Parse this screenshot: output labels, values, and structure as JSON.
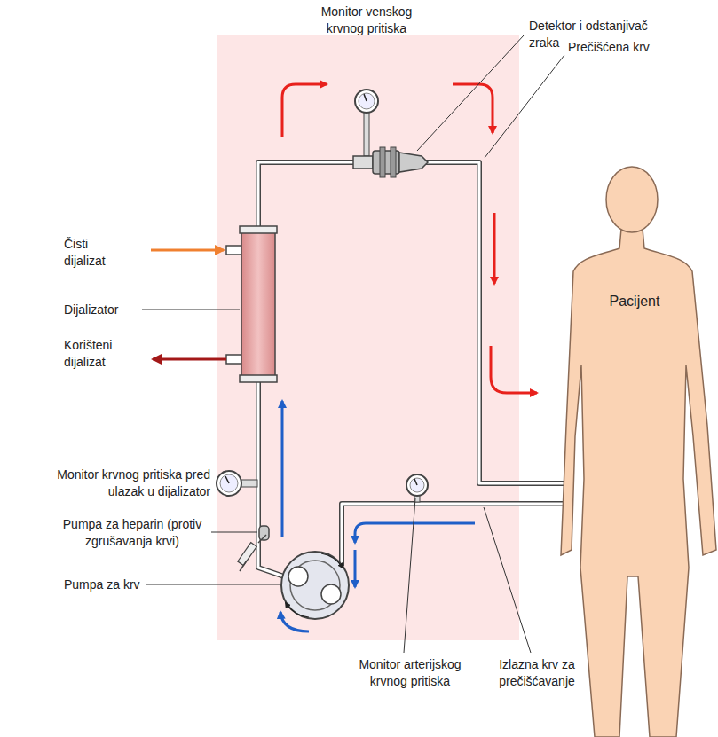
{
  "diagram": {
    "nodes": [
      {
        "text": [
          "Pacijent"
        ]
      }
    ],
    "labels": [
      "Monitor venskog krvnog pritiska",
      "Detektor i odstanjivač zraka",
      "Prečišćena krv",
      "Čisti dijalizat",
      "Dijalizator",
      "Korišteni dijalizat",
      "Monitor krvnog pritiska pred ulazak u dijalizator",
      "Pumpa za heparin (protiv zgrušavanja krvi)",
      "Pumpa za krv",
      "Monitor arterijskog krvnog pritiska",
      "Izlazna krv za prečišćavanje"
    ]
  }
}
